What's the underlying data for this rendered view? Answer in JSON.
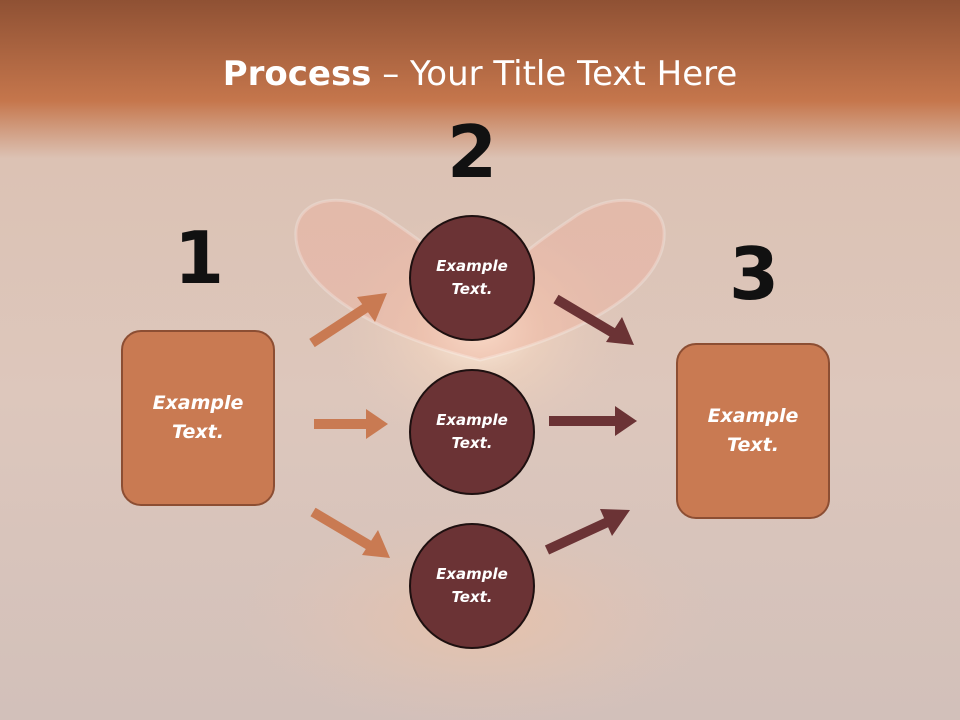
{
  "slide": {
    "title_bold": "Process",
    "title_rest": " – Your Title Text Here"
  },
  "steps": [
    {
      "number": "1",
      "text": [
        "Example",
        "Text."
      ]
    },
    {
      "number": "2",
      "items": [
        {
          "text": [
            "Example",
            "Text."
          ]
        },
        {
          "text": [
            "Example",
            "Text."
          ]
        },
        {
          "text": [
            "Example",
            "Text."
          ]
        }
      ]
    },
    {
      "number": "3",
      "text": [
        "Example",
        "Text."
      ]
    }
  ],
  "colors": {
    "box_fill": "#c97a52",
    "box_border": "#8c4e33",
    "circle_fill": "#6b3335",
    "arrow_in": "#c97a52",
    "arrow_out": "#6b3335",
    "number": "#111111",
    "title": "#ffffff"
  }
}
